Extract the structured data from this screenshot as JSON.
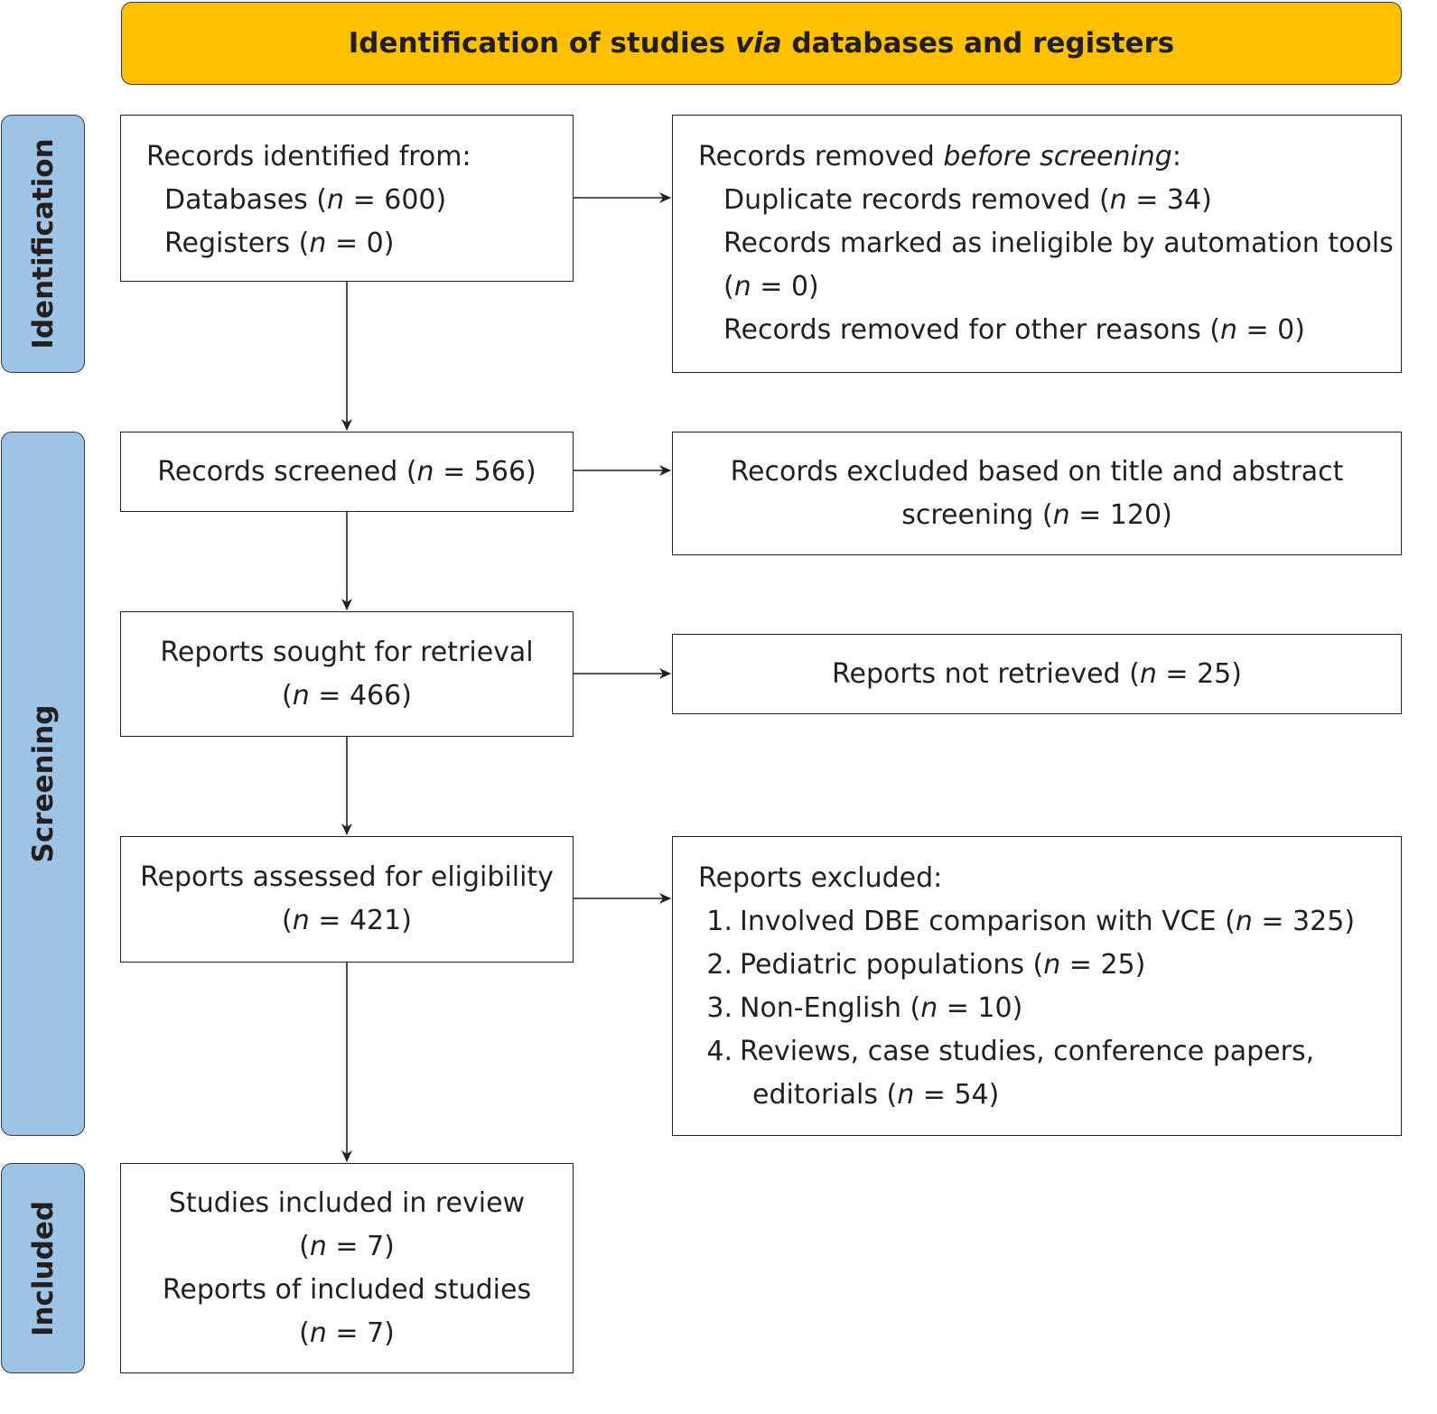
{
  "title": {
    "prefix": "Identification of studies ",
    "italic": "via",
    "suffix": " databases and registers"
  },
  "phases": {
    "identification": "Identification",
    "screening": "Screening",
    "included": "Included"
  },
  "identified": {
    "heading": "Records identified from:",
    "databases": {
      "label": "Databases (",
      "n": "n",
      "value": " = 600)"
    },
    "registers": {
      "label": "Registers (",
      "n": "n",
      "value": " = 0)"
    }
  },
  "removed": {
    "heading_pre": "Records removed ",
    "heading_italic": "before screening",
    "heading_post": ":",
    "duplicates": {
      "label": "Duplicate records removed (",
      "n": "n",
      "value": " = 34)"
    },
    "automation": {
      "label": "Records marked as ineligible by automation tools",
      "cont_pre": "(",
      "n": "n",
      "value": " = 0)"
    },
    "other": {
      "label": "Records removed for other reasons (",
      "n": "n",
      "value": " = 0)"
    }
  },
  "screened": {
    "label": "Records screened (",
    "n": "n",
    "value": " = 566)"
  },
  "excluded_title": {
    "line1": "Records excluded based on title and abstract",
    "line2_pre": "screening (",
    "n": "n",
    "value": " = 120)"
  },
  "sought": {
    "line1": "Reports sought for retrieval",
    "line2_pre": "(",
    "n": "n",
    "value": " = 466)"
  },
  "not_retrieved": {
    "label": "Reports not retrieved (",
    "n": "n",
    "value": " = 25)"
  },
  "assessed": {
    "line1": "Reports assessed for eligibility",
    "line2_pre": "(",
    "n": "n",
    "value": " = 421)"
  },
  "reports_excluded": {
    "heading": "Reports excluded:",
    "items": [
      {
        "num": "1.",
        "label": "Involved DBE comparison with VCE (",
        "n": "n",
        "value": " = 325)"
      },
      {
        "num": "2.",
        "label": "Pediatric populations (",
        "n": "n",
        "value": " = 25)"
      },
      {
        "num": "3.",
        "label": "Non-English (",
        "n": "n",
        "value": " = 10)"
      },
      {
        "num": "4.",
        "label": "Reviews, case studies, conference papers,",
        "cont": "editorials (",
        "n": "n",
        "value": " = 54)"
      }
    ]
  },
  "included": {
    "line1": "Studies included in review",
    "line2_pre": "(",
    "n": "n",
    "value2": " = 7)",
    "line3": "Reports of included studies",
    "line4_pre": "(",
    "n2": "n",
    "value4": " = 7)"
  },
  "colors": {
    "title_bg": "#ffc000",
    "phase_bg": "#9dc3e6",
    "line": "#231f20"
  }
}
